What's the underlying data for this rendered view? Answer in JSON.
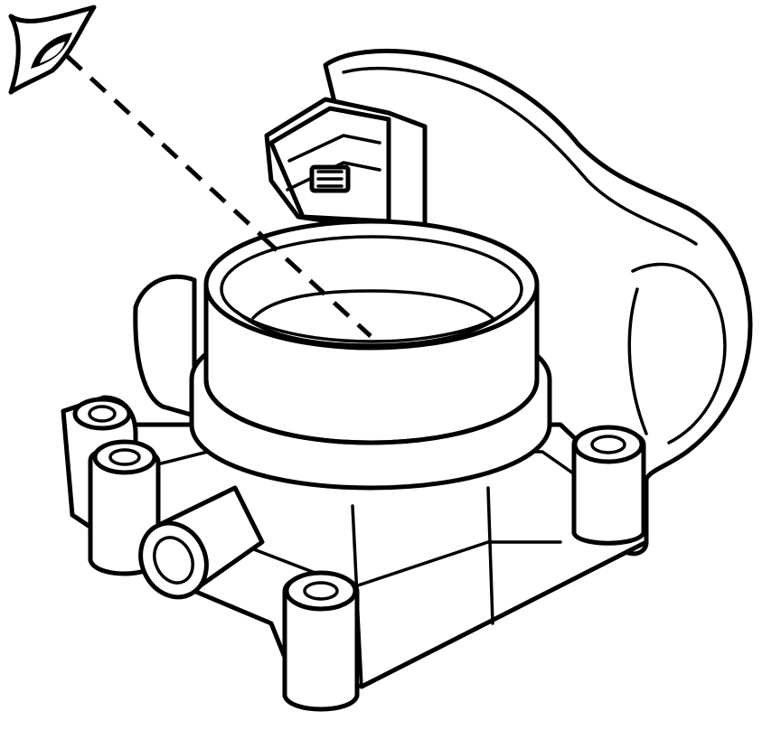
{
  "figure": {
    "subject": "throttle-body",
    "icons": [
      "eye-icon",
      "line-of-sight",
      "electrical-connector",
      "throttle-bore",
      "mounting-flange",
      "coolant-port"
    ],
    "line_color": "#000000",
    "background_color": "#ffffff"
  }
}
